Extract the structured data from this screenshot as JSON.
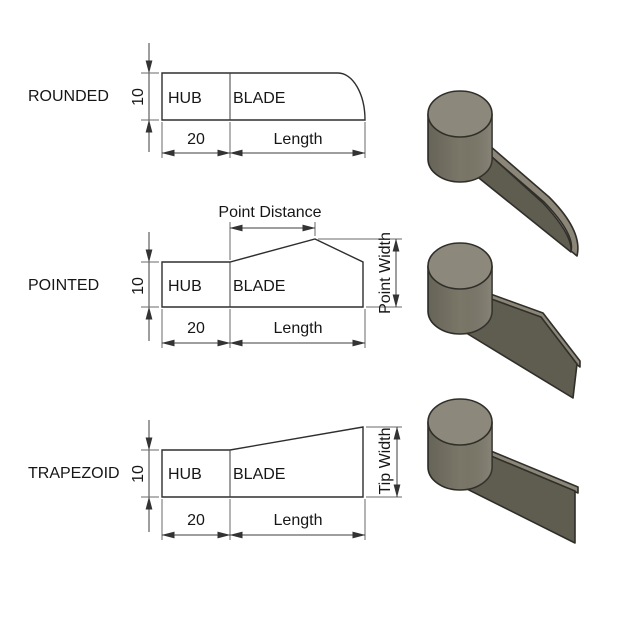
{
  "figure": {
    "description": "Blade shape options drawing",
    "background": "#ffffff"
  },
  "colors": {
    "line": "#2e2e2e",
    "dim_line": "#3c3c3c",
    "text": "#161616",
    "render_top": "#8c887b",
    "render_side": "#7a7668",
    "render_blade_face": "#5f5c50",
    "render_blade_edge": "#8b8678"
  },
  "sections": [
    {
      "id": "rounded",
      "label": "ROUNDED",
      "hub_label": "HUB",
      "blade_label": "BLADE",
      "height_dim": "10",
      "hub_width_dim": "20",
      "length_label": "Length"
    },
    {
      "id": "pointed",
      "label": "POINTED",
      "hub_label": "HUB",
      "blade_label": "BLADE",
      "height_dim": "10",
      "hub_width_dim": "20",
      "length_label": "Length",
      "point_distance_label": "Point Distance",
      "point_width_label": "Point Width"
    },
    {
      "id": "trapezoid",
      "label": "TRAPEZOID",
      "hub_label": "HUB",
      "blade_label": "BLADE",
      "height_dim": "10",
      "hub_width_dim": "20",
      "length_label": "Length",
      "tip_width_label": "Tip Width"
    }
  ]
}
